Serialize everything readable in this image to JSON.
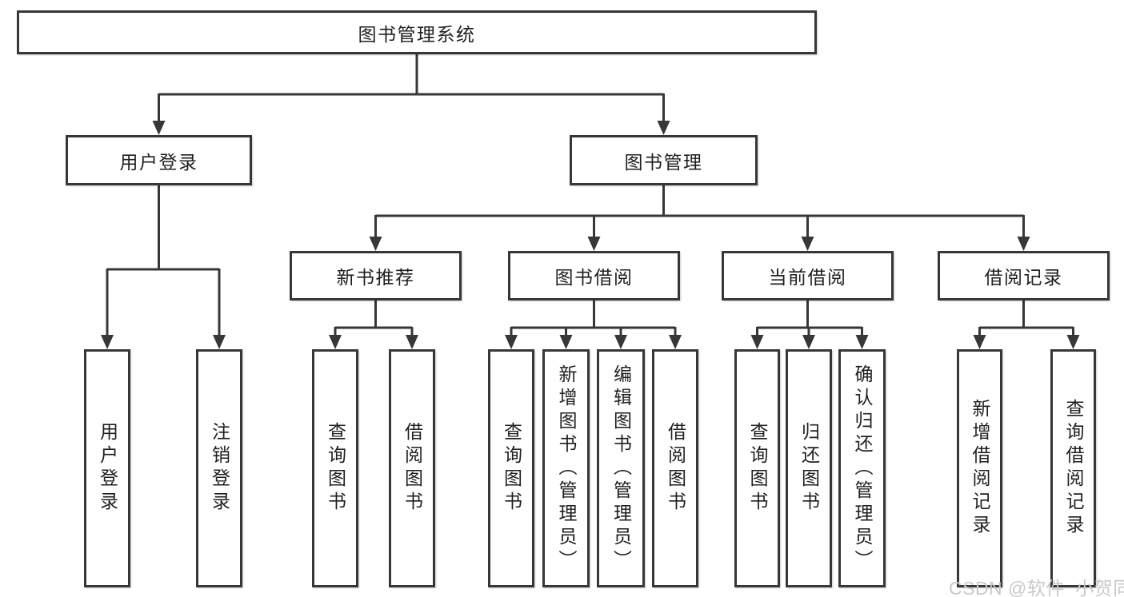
{
  "diagram": {
    "root": {
      "label": "图书管理系统"
    },
    "branches": {
      "user_login": {
        "label": "用户登录"
      },
      "book_mgmt": {
        "label": "图书管理"
      }
    },
    "modules": {
      "new_book_rec": {
        "label": "新书推荐"
      },
      "book_borrow": {
        "label": "图书借阅"
      },
      "current_borrow": {
        "label": "当前借阅"
      },
      "borrow_records": {
        "label": "借阅记录"
      }
    },
    "leaves": {
      "user_login": {
        "label": "用户登录"
      },
      "logout": {
        "label": "注销登录"
      },
      "nbr_search_book": {
        "label": "查询图书"
      },
      "nbr_borrow_book": {
        "label": "借阅图书"
      },
      "bb_search_book": {
        "label": "查询图书"
      },
      "bb_add_book": {
        "label": "新增图书（管理员）"
      },
      "bb_edit_book": {
        "label": "编辑图书（管理员）"
      },
      "bb_borrow_book": {
        "label": "借阅图书"
      },
      "cb_search_book": {
        "label": "查询图书"
      },
      "cb_return_book": {
        "label": "归还图书"
      },
      "cb_confirm_return": {
        "label": "确认归还（管理员）"
      },
      "br_add_record": {
        "label": "新增借阅记录"
      },
      "br_search_record": {
        "label": "查询借阅记录"
      }
    }
  },
  "watermark": {
    "text": "CSDN @软件_小贺同学"
  },
  "colors": {
    "line": "#373737",
    "box_border": "#373737",
    "text": "#1f1f1f",
    "watermark": "#c9c9c9",
    "background": "#ffffff"
  }
}
